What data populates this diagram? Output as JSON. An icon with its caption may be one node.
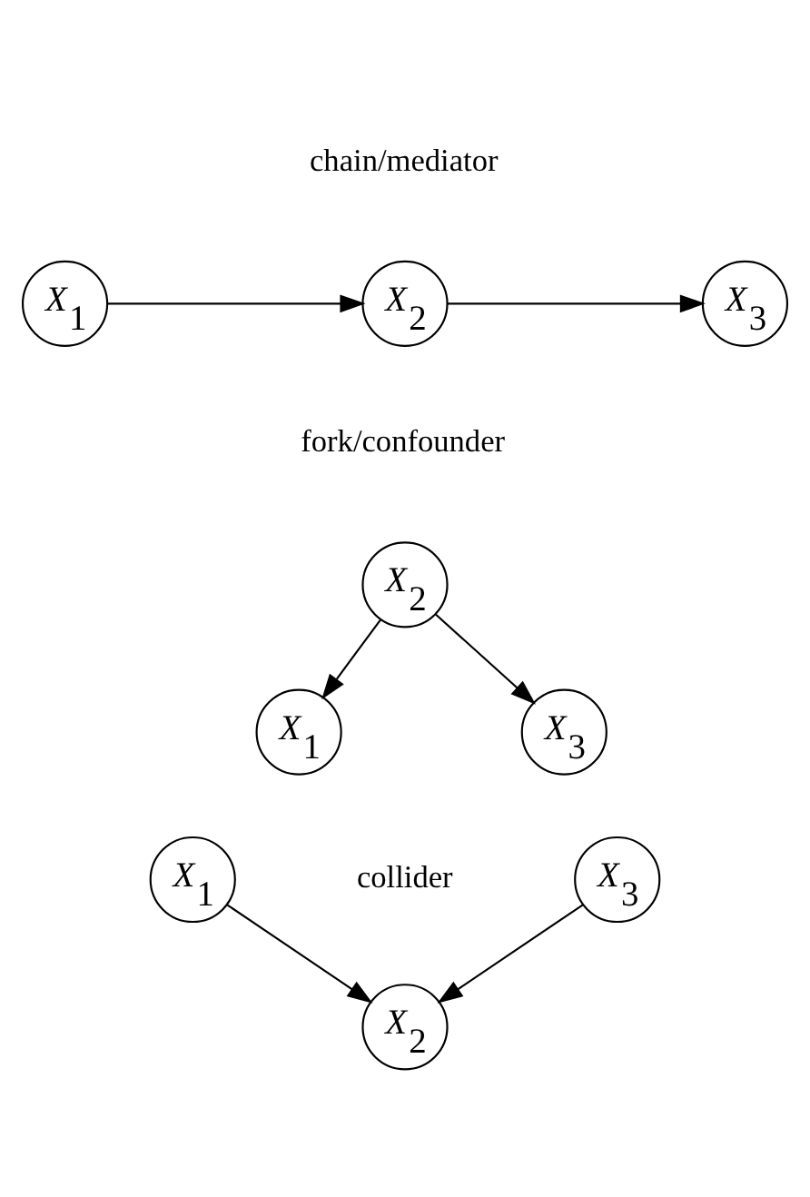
{
  "diagram": {
    "nodes": [
      {
        "text": [
          "*X*$_{1}$"
        ]
      },
      {
        "text": [
          "*X*$_{2}$"
        ]
      },
      {
        "text": [
          "*X*$_{3}$"
        ]
      },
      {
        "text": [
          "*X*$_{2}$"
        ]
      },
      {
        "text": [
          "*X*$_{1}$"
        ]
      },
      {
        "text": [
          "*X*$_{3}$"
        ]
      },
      {
        "text": [
          "*X*$_{1}$"
        ]
      },
      {
        "text": [
          "*X*$_{3}$"
        ]
      },
      {
        "text": [
          "*X*$_{2}$"
        ]
      }
    ],
    "edges": [
      {
        "from": 0,
        "to": 1,
        "arrow": "to"
      },
      {
        "from": 1,
        "to": 2,
        "arrow": "to"
      },
      {
        "from": 3,
        "to": 4,
        "arrow": "to"
      },
      {
        "from": 3,
        "to": 5,
        "arrow": "to"
      },
      {
        "from": 6,
        "to": 8,
        "arrow": "to"
      },
      {
        "from": 7,
        "to": 8,
        "arrow": "to"
      }
    ],
    "labels": [
      "chain/mediator",
      "fork/confounder",
      "collider"
    ]
  }
}
